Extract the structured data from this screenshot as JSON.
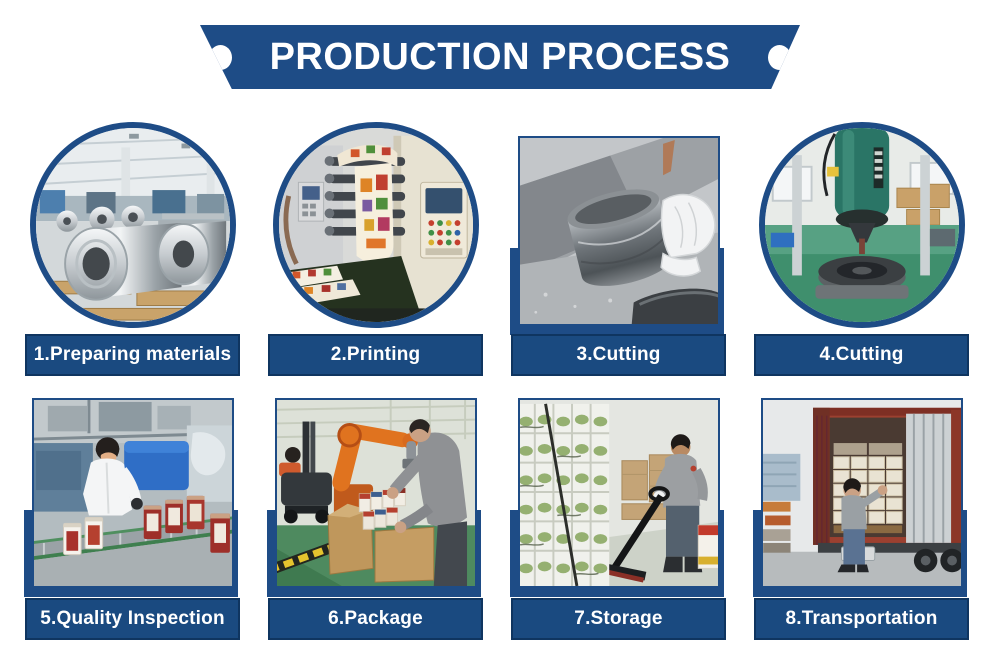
{
  "banner": {
    "title": "PRODUCTION PROCESS",
    "background_color": "#1e4c86",
    "text_color": "#ffffff"
  },
  "colors": {
    "primary_blue": "#1e4c86",
    "label_blue": "#1a4a80",
    "label_border": "#0f3560",
    "page_background": "#ffffff"
  },
  "steps": [
    {
      "number": 1,
      "label": "1.Preparing materials",
      "photo": "steel-coils-in-factory",
      "photo_shape": "circle"
    },
    {
      "number": 2,
      "label": "2.Printing",
      "photo": "color-printing-press",
      "photo_shape": "circle"
    },
    {
      "number": 3,
      "label": "3.Cutting",
      "photo": "gloved-hand-holding-steel-ring",
      "photo_shape": "rectangle"
    },
    {
      "number": 4,
      "label": "4.Cutting",
      "photo": "punching-machine",
      "photo_shape": "circle"
    },
    {
      "number": 5,
      "label": "5.Quality Inspection",
      "photo": "worker-inspecting-tins",
      "photo_shape": "rectangle"
    },
    {
      "number": 6,
      "label": "6.Package",
      "photo": "robot-arm-packing-boxes",
      "photo_shape": "rectangle"
    },
    {
      "number": 7,
      "label": "7.Storage",
      "photo": "warehouse-pallet-jack",
      "photo_shape": "rectangle"
    },
    {
      "number": 8,
      "label": "8.Transportation",
      "photo": "container-truck-loading",
      "photo_shape": "rectangle"
    }
  ]
}
